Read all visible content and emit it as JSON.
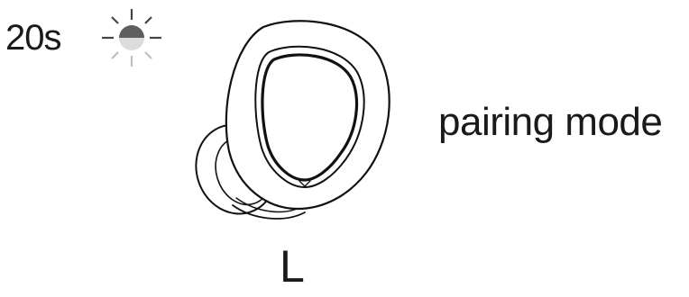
{
  "indicator": {
    "duration": "20s",
    "light_icon": "blinking-light-icon",
    "light_color": "#666666"
  },
  "earbud": {
    "icon": "earbud-icon",
    "side": "L"
  },
  "status": {
    "mode": "pairing mode"
  }
}
